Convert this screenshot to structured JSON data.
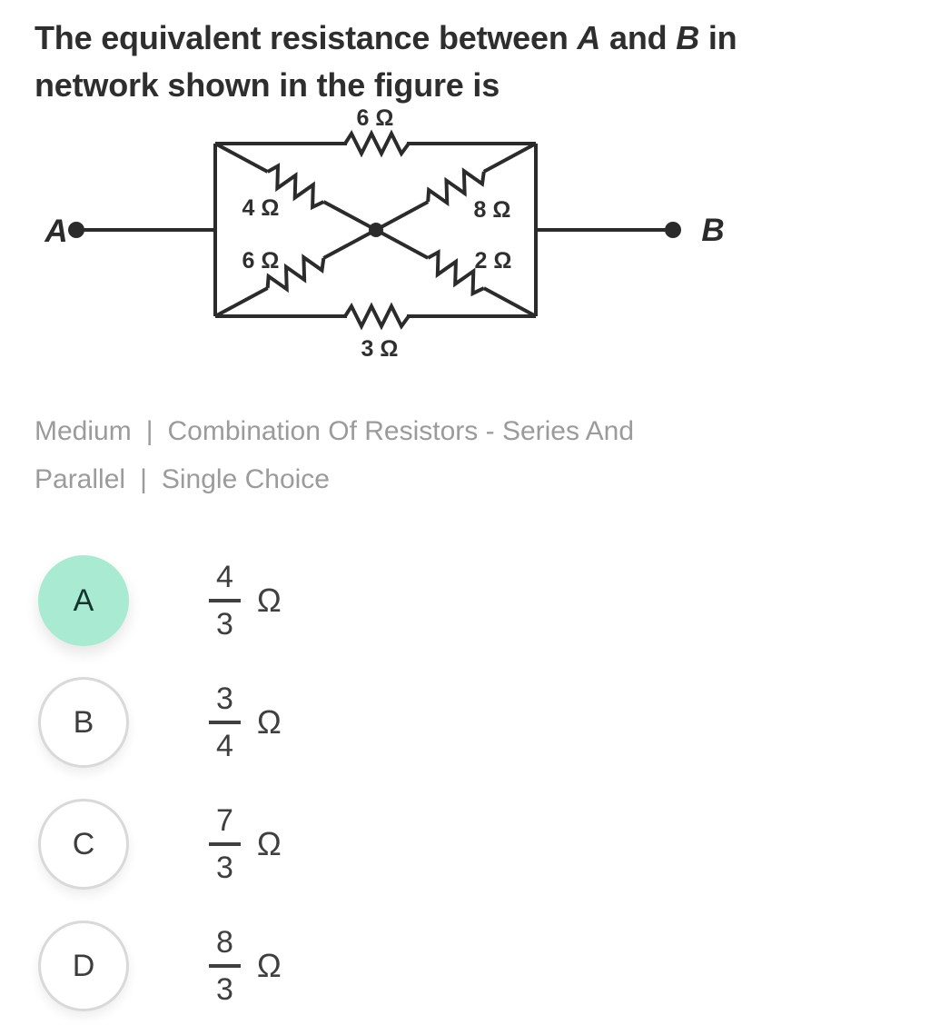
{
  "title": {
    "line1_pre": "The equivalent resistance between ",
    "terminal_a": "A",
    "line1_mid": " and ",
    "terminal_b": "B",
    "line1_post": " in",
    "line2": "network shown in the figure is"
  },
  "circuit": {
    "terminal_left": "A",
    "terminal_right": "B",
    "resistors": {
      "top": "6 Ω",
      "upper_left": "4 Ω",
      "upper_right": "8 Ω",
      "lower_left": "6 Ω",
      "lower_right": "2 Ω",
      "bottom": "3 Ω"
    }
  },
  "meta": {
    "difficulty": "Medium",
    "separator": "|",
    "topic": "Combination Of Resistors - Series And Parallel",
    "question_type": "Single Choice"
  },
  "options": [
    {
      "letter": "A",
      "numerator": "4",
      "denominator": "3",
      "unit": "Ω",
      "selected": true
    },
    {
      "letter": "B",
      "numerator": "3",
      "denominator": "4",
      "unit": "Ω",
      "selected": false
    },
    {
      "letter": "C",
      "numerator": "7",
      "denominator": "3",
      "unit": "Ω",
      "selected": false
    },
    {
      "letter": "D",
      "numerator": "8",
      "denominator": "3",
      "unit": "Ω",
      "selected": false
    }
  ],
  "colors": {
    "selected_fill": "#a8ebd2",
    "selected_letter": "#14352c",
    "circle_border": "#d9d9d9",
    "text_primary": "#2e2e2e",
    "text_secondary": "#9b9b9b",
    "wire": "#2b2b2b"
  }
}
